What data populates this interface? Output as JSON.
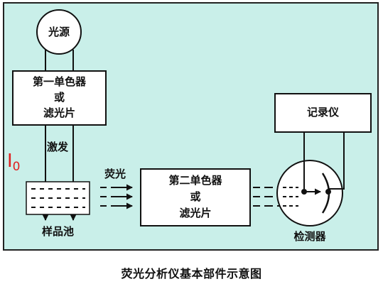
{
  "colors": {
    "panel_background": "#c9efe9",
    "panel_border": "#222222",
    "i0_text": "#e02020",
    "page_background": "#ffffff"
  },
  "diagram": {
    "light_source": "光源",
    "monochromator_1": {
      "line1": "第一单色器",
      "line2": "或",
      "line3": "滤光片"
    },
    "excitation_label": "激发",
    "i0_symbol": "I",
    "i0_subscript": "0",
    "sample_cell": "样品池",
    "fluorescence_label": "荧光",
    "monochromator_2": {
      "line1": "第二单色器",
      "line2": "或",
      "line3": "滤光片"
    },
    "recorder": "记录仪",
    "detector": "检测器"
  },
  "caption": "荧光分析仪基本部件示意图"
}
